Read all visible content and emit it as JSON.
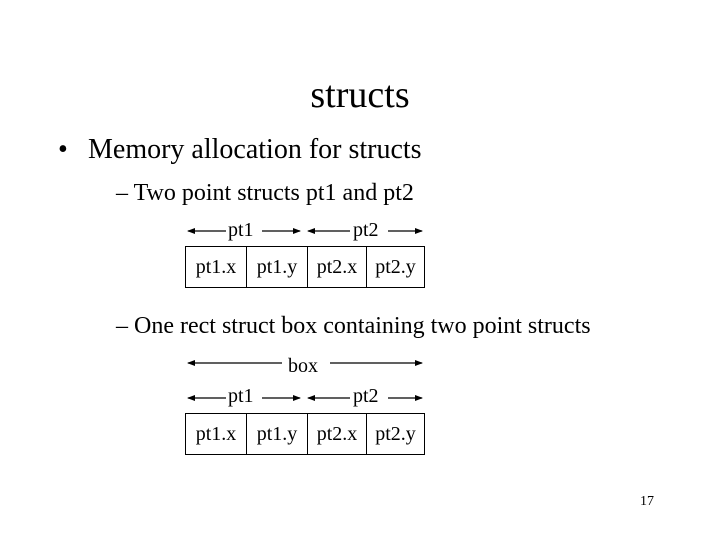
{
  "title": "structs",
  "bullet": {
    "marker": "•",
    "text": "Memory allocation for structs"
  },
  "section1": {
    "text": "– Two point structs pt1 and pt2",
    "labels": {
      "left": "pt1",
      "right": "pt2"
    },
    "cells": [
      "pt1.x",
      "pt1.y",
      "pt2.x",
      "pt2.y"
    ]
  },
  "section2": {
    "text": "– One rect struct box containing two point structs",
    "labels": {
      "top": "box",
      "left": "pt1",
      "right": "pt2"
    },
    "cells": [
      "pt1.x",
      "pt1.y",
      "pt2.x",
      "pt2.y"
    ]
  },
  "page_number": "17"
}
